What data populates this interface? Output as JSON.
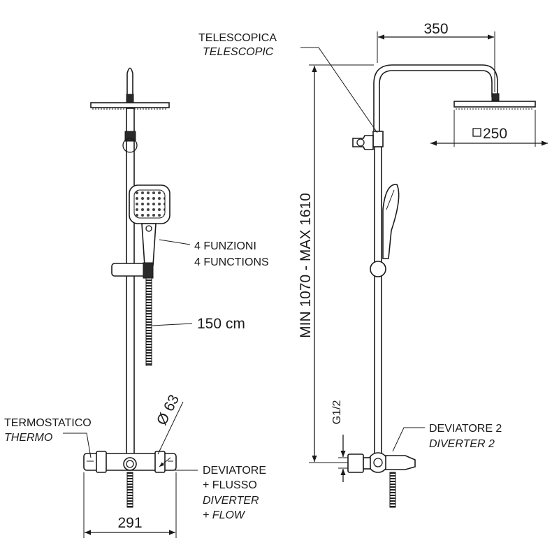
{
  "labels": {
    "telescopica": "TELESCOPICA",
    "telescopic": "TELESCOPIC",
    "width_350": "350",
    "head_250": "250",
    "funzioni": "4 FUNZIONI",
    "functions": "4 FUNCTIONS",
    "hose_length": "150 cm",
    "height_range": "MIN 1070  -  MAX 1610",
    "g12": "G1/2",
    "termostatico": "TERMOSTATICO",
    "thermo": "THERMO",
    "diameter": "Ø 63",
    "deviatore": "DEVIATORE",
    "flusso": "+ FLUSSO",
    "diverter": "DIVERTER",
    "flow": "+ FLOW",
    "width_291": "291",
    "deviatore2": "DEVIATORE 2",
    "diverter2": "DIVERTER 2"
  },
  "colors": {
    "line": "#1a1a1a",
    "background": "#ffffff"
  },
  "icons": {
    "square_symbol": "square-outline-icon",
    "diameter_symbol": "diameter-symbol"
  }
}
